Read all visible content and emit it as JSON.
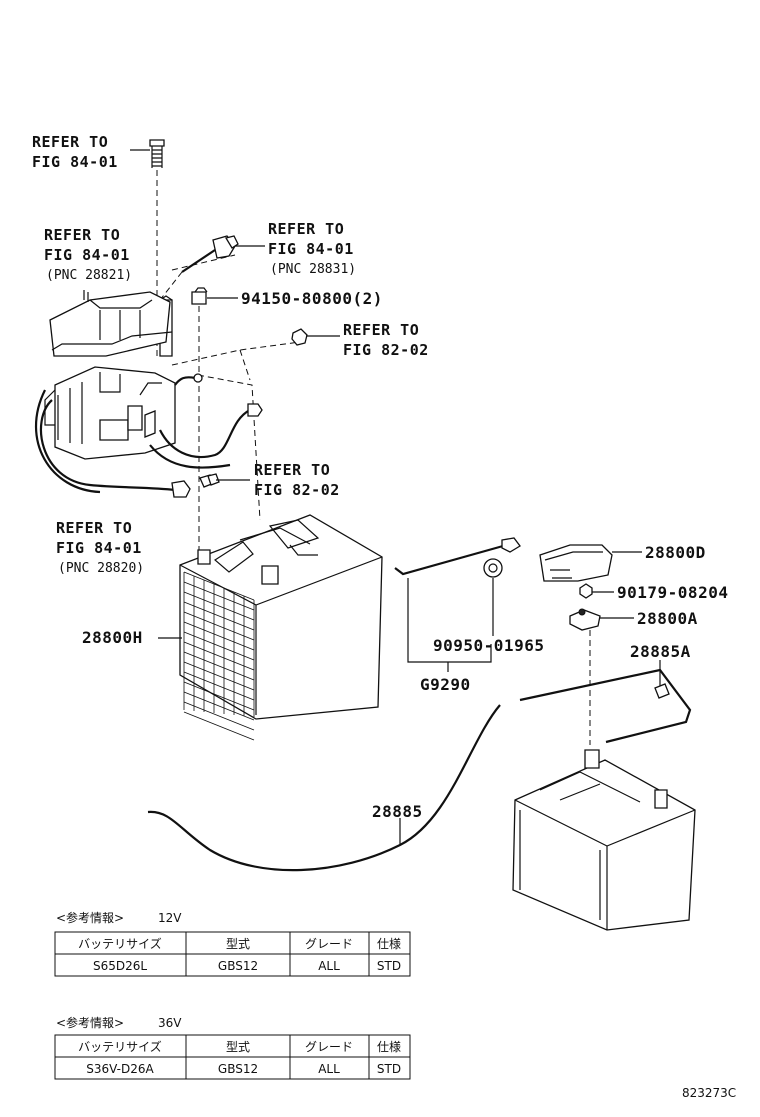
{
  "labels": {
    "refer_bolt": [
      "REFER TO",
      "FIG 84-01"
    ],
    "refer_cover": [
      "REFER TO",
      "FIG 84-01",
      "(PNC 28821)"
    ],
    "refer_clamp": [
      "REFER TO",
      "FIG 84-01",
      "(PNC 28831)"
    ],
    "bolt_part": "94150-80800(2)",
    "refer_nut": [
      "REFER TO",
      "FIG 82-02"
    ],
    "refer_plug": [
      "REFER TO",
      "FIG 82-02"
    ],
    "refer_harness": [
      "REFER TO",
      "FIG 84-01",
      "(PNC 28820)"
    ],
    "battery_12v": "28800H",
    "hose_part": "90950-01965",
    "hose_group": "G9290",
    "cover_d": "28800D",
    "nut_part": "90179-08204",
    "clamp_a": "28800A",
    "cable_a": "28885A",
    "cable": "28885",
    "drawing_no": "823273C"
  },
  "tables": [
    {
      "caption": "<参考情報>",
      "voltage": "12V",
      "headers": [
        "バッテリサイズ",
        "型式",
        "グレード",
        "仕様"
      ],
      "row": [
        "S65D26L",
        "GBS12",
        "ALL",
        "STD"
      ]
    },
    {
      "caption": "<参考情報>",
      "voltage": "36V",
      "headers": [
        "バッテリサイズ",
        "型式",
        "グレード",
        "仕様"
      ],
      "row": [
        "S36V-D26A",
        "GBS12",
        "ALL",
        "STD"
      ]
    }
  ]
}
